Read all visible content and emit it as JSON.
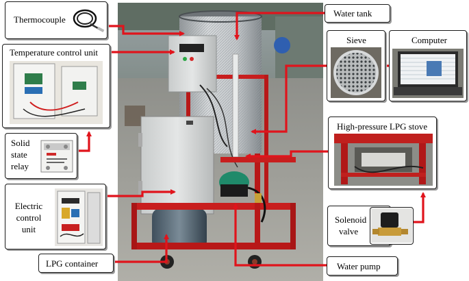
{
  "labels": {
    "thermocouple": "Thermocouple",
    "temperature_control_unit": "Temperature control unit",
    "solid_state_relay": [
      "Solid",
      "state",
      "relay"
    ],
    "electric_control_unit": [
      "Electric",
      "control",
      "unit"
    ],
    "lpg_container": "LPG container",
    "water_tank": "Water tank",
    "sieve": "Sieve",
    "computer": "Computer",
    "high_pressure_lpg_stove": "High-pressure  LPG stove",
    "solenoid_valve": [
      "Solenoid",
      "valve"
    ],
    "water_pump": "Water pump"
  },
  "colors": {
    "arrow": "#e0141c",
    "frame": "#c81e1e",
    "box_border": "#1a1a1a",
    "cabinet": "#d9dcdc",
    "tank": "#bfc3c6"
  }
}
